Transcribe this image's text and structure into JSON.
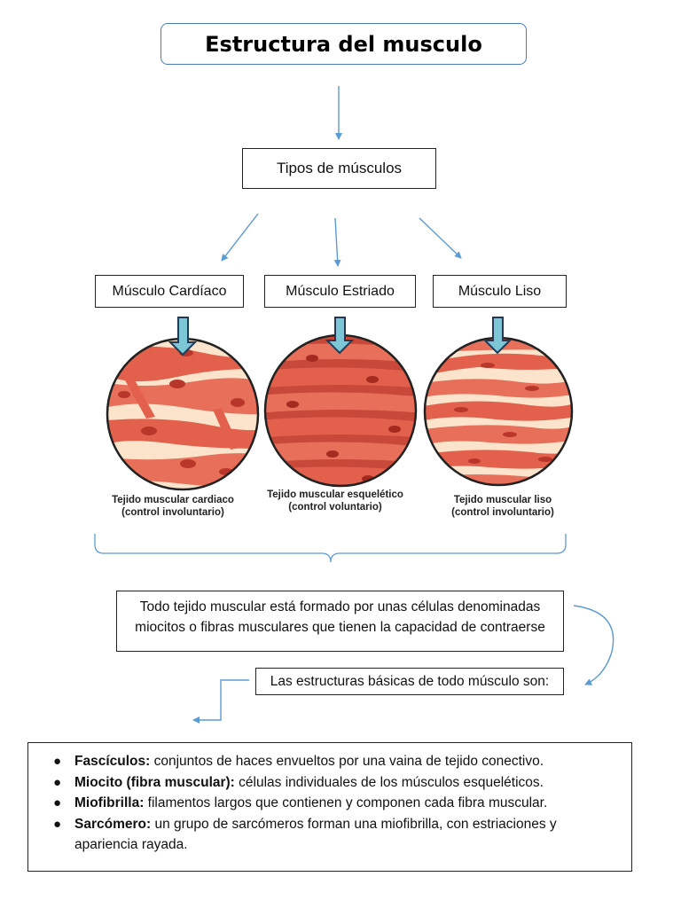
{
  "title": "Estructura del musculo",
  "types_label": "Tipos de músculos",
  "categories": [
    "Músculo Cardíaco",
    "Músculo Estriado",
    "Músculo Liso"
  ],
  "tissues": [
    {
      "name": "Tejido muscular cardiaco",
      "control": "(control involuntario)"
    },
    {
      "name": "Tejido muscular esquelético",
      "control": "(control voluntario)"
    },
    {
      "name": "Tejido muscular liso",
      "control": "(control involuntario)"
    }
  ],
  "info": "Todo tejido muscular está formado por unas células denominadas miocitos o fibras musculares que tienen la capacidad de contraerse",
  "structures_label": "Las estructuras básicas de todo músculo son:",
  "structures": [
    {
      "term": "Fascículos:",
      "desc": " conjuntos de haces envueltos por una vaina de tejido conectivo."
    },
    {
      "term": "Miocito (fibra muscular):",
      "desc": " células individuales de los músculos esqueléticos."
    },
    {
      "term": "Miofibrilla:",
      "desc": " filamentos largos que contienen y componen cada fibra muscular."
    },
    {
      "term": "Sarcómero:",
      "desc": " un grupo de sarcómeros forman una miofibrilla, con estriaciones y apariencia rayada."
    }
  ],
  "colors": {
    "arrow": "#5b9bd5",
    "title_border": "#4a7ab8",
    "tissue_bg": "#fbe3cc",
    "tissue_fiber": "#e2604c",
    "tissue_dark": "#b8362a",
    "down_arrow_fill": "#7cc6d6"
  }
}
